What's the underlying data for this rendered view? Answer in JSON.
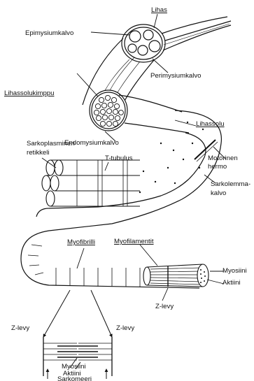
{
  "labels": {
    "lihas": "Lihas",
    "epimysium": "Epimysiumkalvo",
    "perimysium": "Perimysiumkalvo",
    "lihassolukimppu": "Lihassolukimppu",
    "endomysium": "Endomysiumkalvo",
    "lihassolu": "Lihassolu",
    "sarkoplasminen_1": "Sarkoplasminen",
    "sarkoplasminen_2": "retikkeli",
    "t_tubulus": "T-tubulus",
    "motorinen_1": "Motorinen",
    "motorinen_2": "hermo",
    "sarkolemma_1": "Sarkolemma-",
    "sarkolemma_2": "kalvo",
    "myofibrilli": "Myofibrilli",
    "myofilamentit": "Myofilamentit",
    "myosiini_right": "Myosiini",
    "aktiini_right": "Aktiini",
    "z_levy_mid": "Z-levy",
    "z_levy_left": "Z-levy",
    "z_levy_right": "Z-levy",
    "myosiini_bottom": "Myosiini",
    "aktiini_bottom": "Aktiini",
    "sarkomeeri": "Sarkomeeri"
  },
  "colors": {
    "ink": "#111111",
    "background": "#ffffff"
  }
}
